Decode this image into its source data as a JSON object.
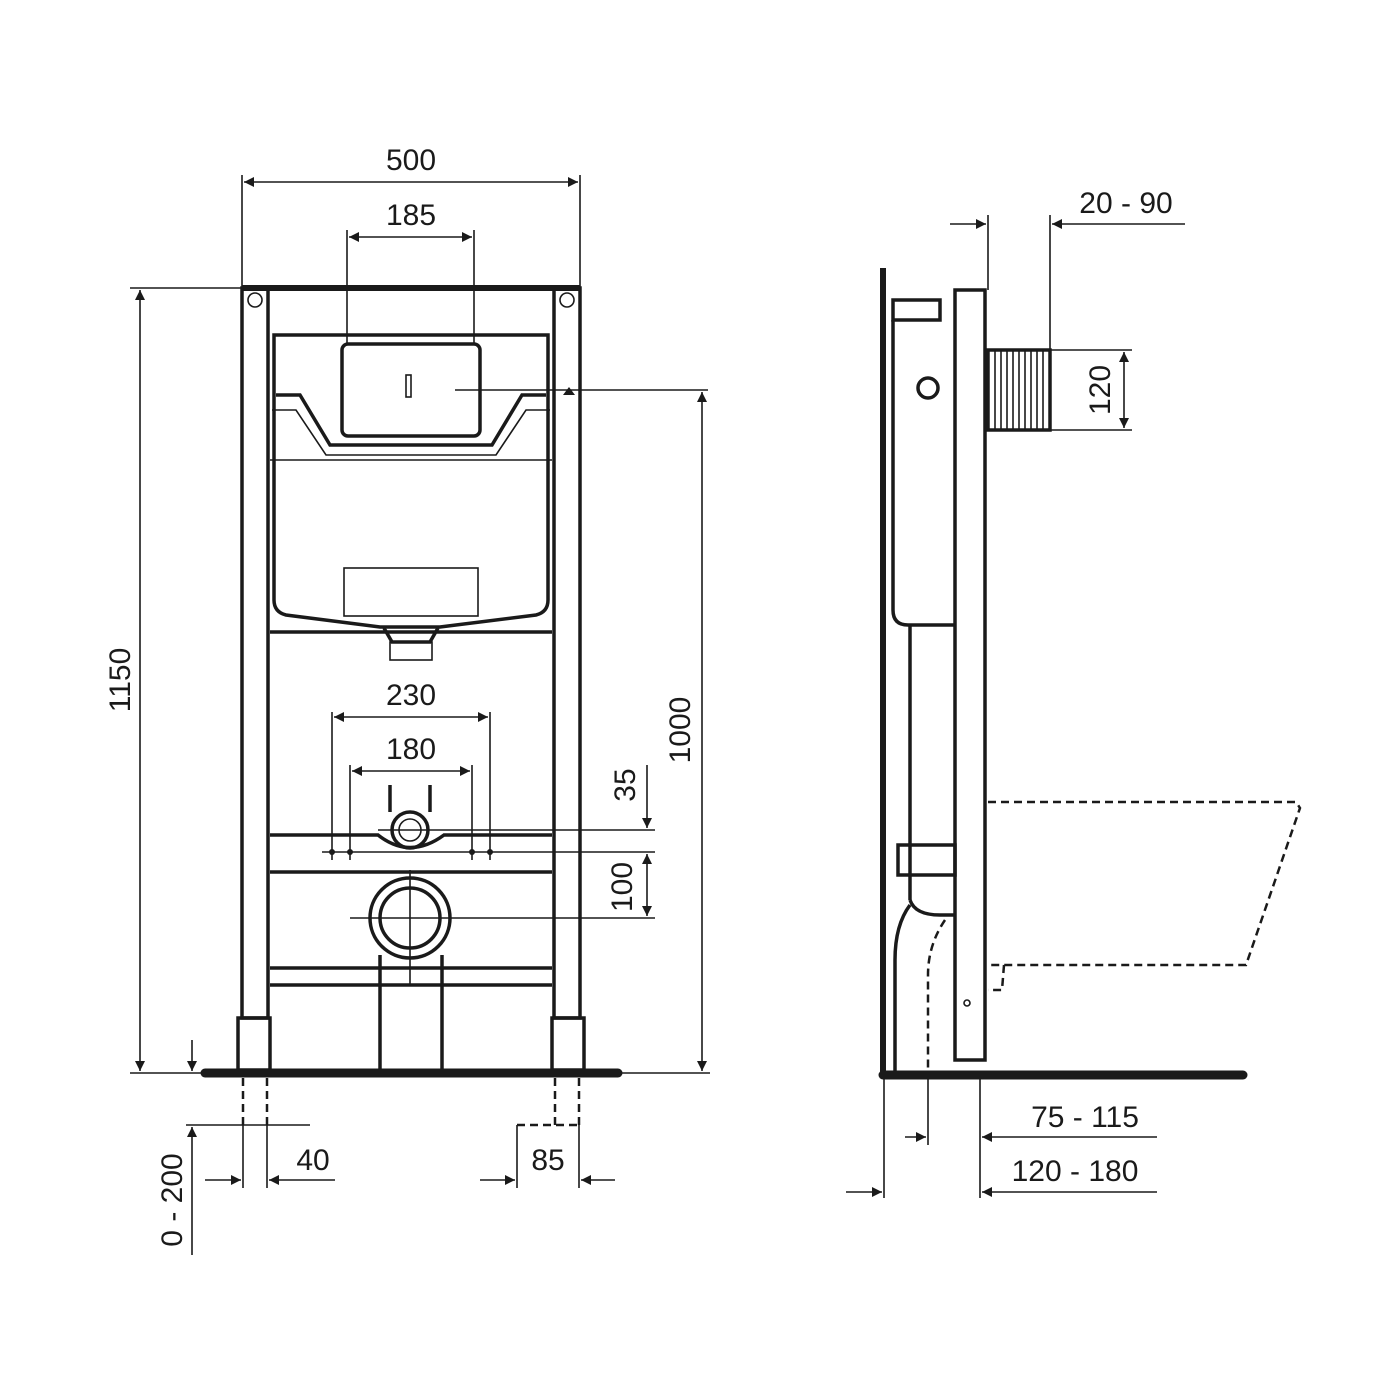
{
  "drawing": {
    "title": "Wall-hung WC installation frame — technical dimensions",
    "units": "mm",
    "line_color": "#1a1a1a",
    "background": "#ffffff"
  },
  "front_view": {
    "frame_width": "500",
    "flush_plate_width": "185",
    "outlet_fixing_width_outer": "230",
    "outlet_fixing_width_inner": "180",
    "frame_height": "1150",
    "flush_height": "1000",
    "water_inlet_offset": "35",
    "drain_offset": "100",
    "foot_adjust": "0 - 200",
    "foot_width_left": "40",
    "foot_width_right": "85"
  },
  "side_view": {
    "wall_depth_range": "20 - 90",
    "flush_opening_height": "120",
    "install_depth_inner": "75 - 115",
    "install_depth_outer": "120 - 180"
  }
}
